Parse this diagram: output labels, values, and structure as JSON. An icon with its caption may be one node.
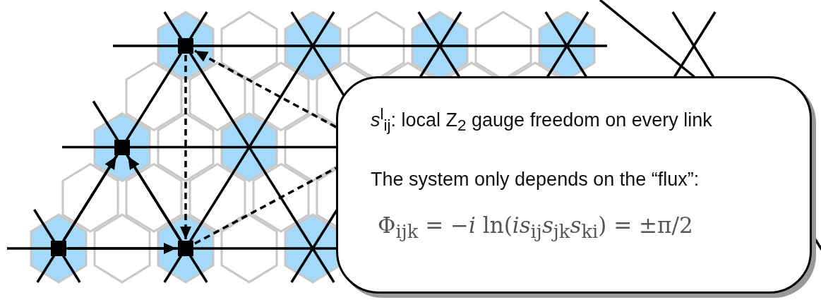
{
  "diagram": {
    "nodes": [
      {
        "text": [
          "*s*$^{l}$$_{ij}$: local Z$_{2}$ gauge freedom on every link",
          "The system only depends on the “flux”:",
          "Φ$_{ijk}$ = −*i* ln(*is*$_{ij}$*s*$_{jk}$*s*$_{ki}$) = ±π/2"
        ]
      },
      {
        "text": [],
        "shape": "box"
      },
      {
        "text": [],
        "shape": "box"
      },
      {
        "text": [],
        "shape": "box"
      },
      {
        "text": [],
        "shape": "box"
      }
    ],
    "edges": [
      {
        "from": 1,
        "to": 2,
        "arrow": "to"
      },
      {
        "from": 1,
        "to": 3,
        "arrow": "to"
      },
      {
        "from": 2,
        "to": 3,
        "arrow": "to"
      },
      {
        "from": 4,
        "to": 2,
        "arrow": "to",
        "style": "dashed"
      },
      {
        "from": 0,
        "to": 4,
        "arrow": "to",
        "style": "dashed"
      },
      {
        "from": 2,
        "to": 0,
        "arrow": "none",
        "style": "dashed"
      },
      {
        "from": 0,
        "to": null,
        "arrow": "none"
      }
    ]
  }
}
